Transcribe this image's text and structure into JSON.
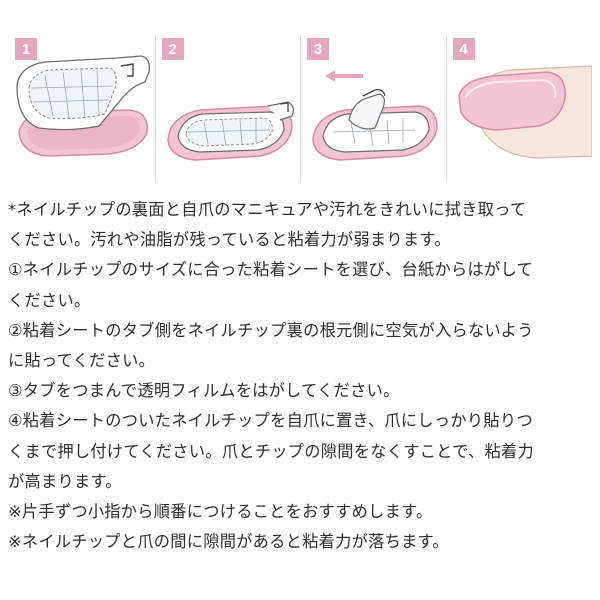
{
  "steps": [
    {
      "number": "1",
      "illustration": "sticker-sheet-on-tip-icon"
    },
    {
      "number": "2",
      "illustration": "apply-sticker-to-tip-icon"
    },
    {
      "number": "3",
      "illustration": "peel-film-arrow-icon"
    },
    {
      "number": "4",
      "illustration": "tip-on-nail-icon"
    }
  ],
  "colors": {
    "badge": "#e6a6bf",
    "nail_pink": "#f2c4d4",
    "nail_outline": "#d98aa9",
    "skin": "#f6e6dc"
  },
  "instructions": [
    "*ネイルチップの裏面と自爪のマニキュアや汚れをきれいに拭き取って",
    "ください。汚れや油脂が残っていると粘着力が弱まります。",
    "①ネイルチップのサイズに合った粘着シートを選び、台紙からはがして",
    "ください。",
    "②粘着シートのタブ側をネイルチップ裏の根元側に空気が入らないよう",
    "に貼ってください。",
    "③タブをつまんで透明フィルムをはがしてください。",
    "④粘着シートのついたネイルチップを自爪に置き、爪にしっかり貼りつ",
    "くまで押し付けてください。爪とチップの隙間をなくすことで、粘着力",
    "が高まります。",
    "※片手ずつ小指から順番につけることをおすすめします。",
    "※ネイルチップと爪の間に隙間があると粘着力が落ちます。"
  ]
}
